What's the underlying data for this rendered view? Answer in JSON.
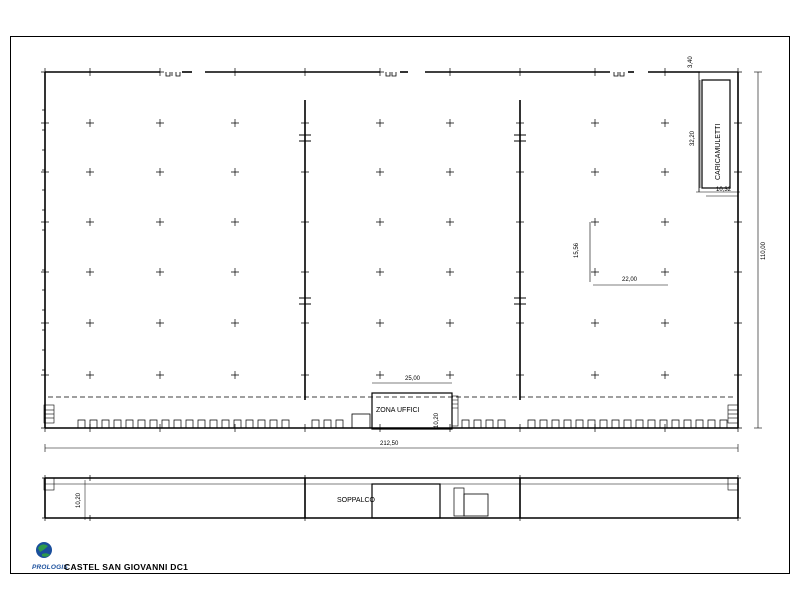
{
  "plan": {
    "labels": {
      "carica_muletti": "CARICAMULETTI",
      "zona_uffici": "ZONA UFFICI",
      "soppalco": "SOPPALCO"
    },
    "dimensions": {
      "d_3_40": "3,40",
      "d_32_20": "32,20",
      "d_10_32": "10,32",
      "d_110_00": "110,00",
      "d_15_56": "15,56",
      "d_22_00": "22,00",
      "d_25_00": "25,00",
      "d_10_20_offices": "10,20",
      "d_212_50": "212,50",
      "d_10_20_mezz": "10,20"
    }
  },
  "footer": {
    "brand": "PROLOGIS",
    "site_title": "CASTEL SAN GIOVANNI  DC1"
  },
  "colors": {
    "line": "#000000",
    "brand_blue": "#1a4f9c",
    "brand_green": "#2e9a4a"
  }
}
